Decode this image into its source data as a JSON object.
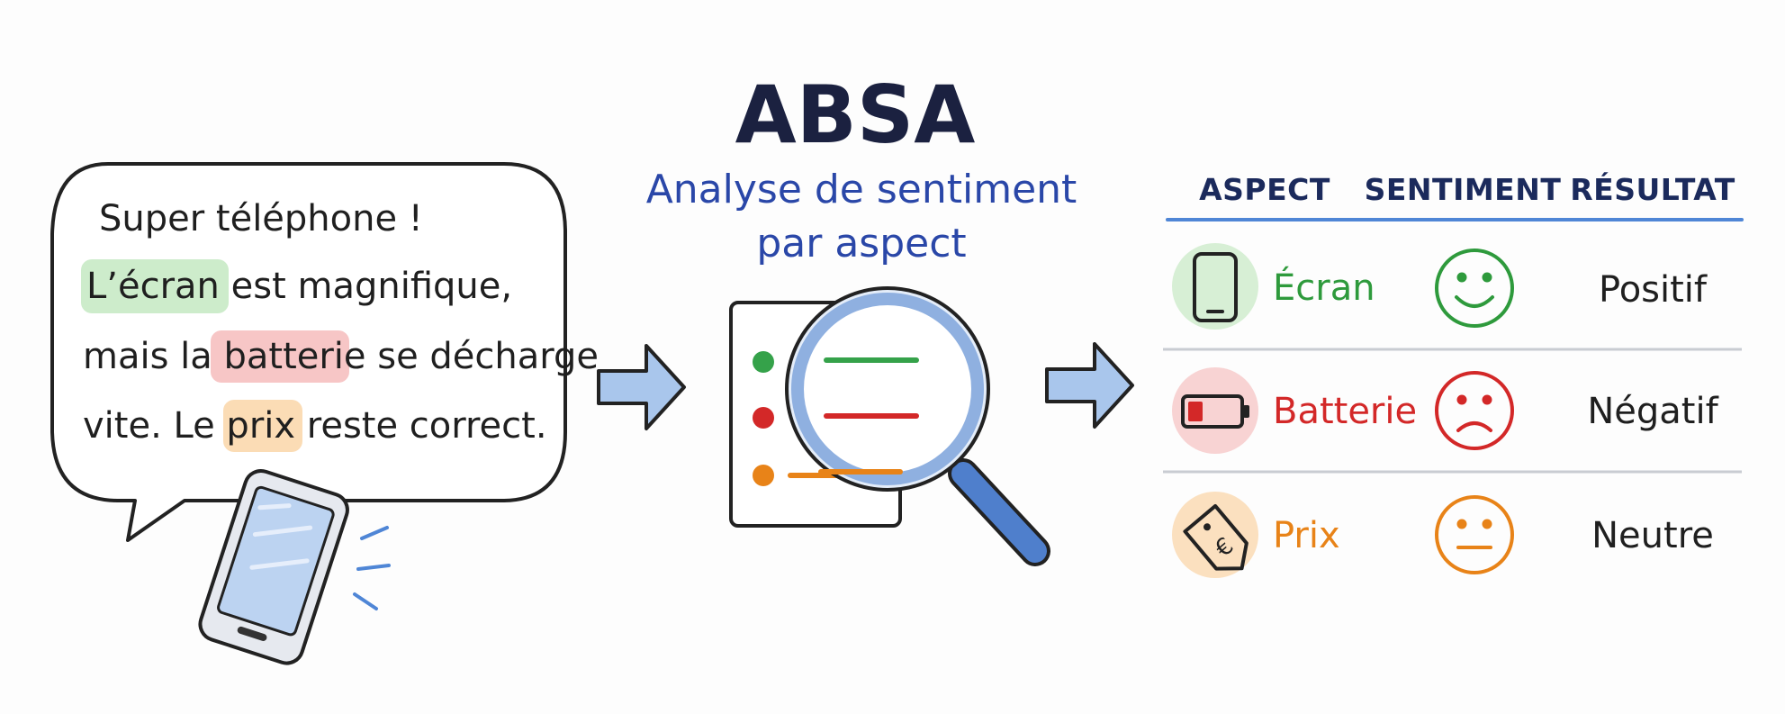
{
  "review": {
    "line1": "Super téléphone !",
    "line2_aspect": "L’écran",
    "line2_rest": " est magnifique,",
    "line3_start": "mais la ",
    "line3_aspect": "batterie",
    "line3_rest": " se décharge",
    "line4_start": "vite. Le ",
    "line4_aspect": "prix",
    "line4_rest": " reste correct."
  },
  "title": {
    "main": "ABSA",
    "subtitle_line1": "Analyse de sentiment",
    "subtitle_line2": "par aspect"
  },
  "table": {
    "headers": [
      "ASPECT",
      "SENTIMENT",
      "RÉSULTAT"
    ],
    "rows": [
      {
        "aspect": "Écran",
        "result": "Positif",
        "sentiment": "positive",
        "icon": "smartphone-icon",
        "color": "#2e9a3c",
        "bubble": "#d7efd5"
      },
      {
        "aspect": "Batterie",
        "result": "Négatif",
        "sentiment": "negative",
        "icon": "battery-low-icon",
        "color": "#d32828",
        "bubble": "#f8d3d3"
      },
      {
        "aspect": "Prix",
        "result": "Neutre",
        "sentiment": "neutral",
        "icon": "price-tag-euro-icon",
        "color": "#e88318",
        "bubble": "#fbe0bf"
      }
    ]
  },
  "colors": {
    "positive": "#2e9a3c",
    "negative": "#d32828",
    "neutral": "#e88318",
    "highlight_green": "#cdeccb",
    "highlight_red": "#f7c6c6",
    "highlight_orange": "#fbdcb5",
    "arrow": "#a9c6ec",
    "ink": "#1f1f1f",
    "accent_blue": "#2a47a8"
  }
}
